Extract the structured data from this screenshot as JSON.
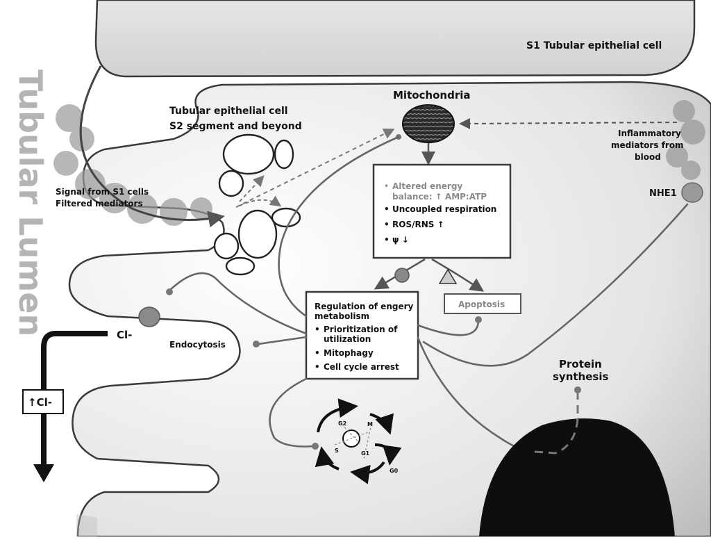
{
  "lumen_label": "Tubular Lumen",
  "s1_cell_label": "S1 Tubular epithelial cell",
  "s2_cell_label": [
    "Tubular epithelial cell",
    "S2 segment and beyond"
  ],
  "mitochondria_label": "Mitochondria",
  "inflammatory_label": [
    "Inflammatory",
    "mediators from",
    "blood"
  ],
  "nhe1_label": "NHE1",
  "signal_label": [
    "Signal from S1 cells",
    "Filtered mediators"
  ],
  "mito_effects": {
    "altered_energy": [
      "Altered energy",
      "balance: ↑ AMP:ATP"
    ],
    "items": [
      "Uncoupled respiration",
      "ROS/RNS ↑",
      "ψ ↓"
    ]
  },
  "regulation": {
    "title": [
      "Regulation of engery",
      "metabolism"
    ],
    "items": [
      [
        "Prioritization of",
        "utilization"
      ],
      [
        "Mitophagy"
      ],
      [
        "Cell cycle arrest"
      ]
    ]
  },
  "apoptosis_label": "Apoptosis",
  "cl_label": "Cl-",
  "cl_box_label": "↑Cl-",
  "endocytosis_label": "Endocytosis",
  "protein_label": [
    "Protein",
    "synthesis"
  ],
  "cell_cycle": {
    "phases": [
      "G2",
      "M",
      "S",
      "G1",
      "G0"
    ]
  }
}
